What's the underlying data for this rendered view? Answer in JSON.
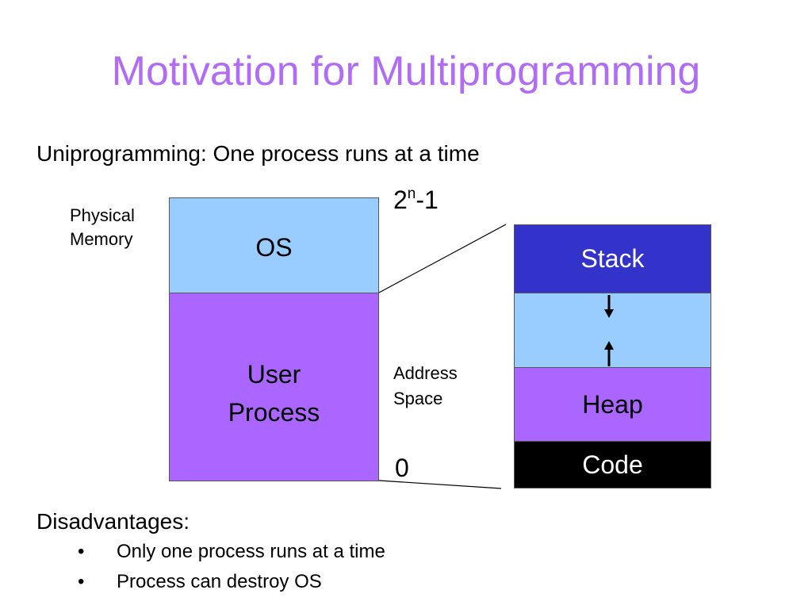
{
  "title": "Motivation for Multiprogramming",
  "subtitle": "Uniprogramming:  One process runs at a time",
  "physical_memory": {
    "label_line1": "Physical",
    "label_line2": "Memory",
    "os_label": "OS",
    "user_line1": "User",
    "user_line2": "Process"
  },
  "address_space": {
    "label_line1": "Address",
    "label_line2": "Space",
    "top_base": "2",
    "top_exp": "n",
    "top_suffix": "-1",
    "bottom_label": "0",
    "stack_label": "Stack",
    "heap_label": "Heap",
    "code_label": "Code"
  },
  "disadvantages": {
    "heading": "Disadvantages:",
    "bullet_symbol": "•",
    "items": [
      "Only one process runs at a time",
      "Process can destroy OS"
    ]
  },
  "colors": {
    "title": "#b06cf5",
    "os": "#99ccff",
    "user_process": "#aa66ff",
    "stack": "#3333cc",
    "free": "#99ccff",
    "heap": "#aa66ff",
    "code": "#000000",
    "inverse_text": "#ffffff"
  }
}
